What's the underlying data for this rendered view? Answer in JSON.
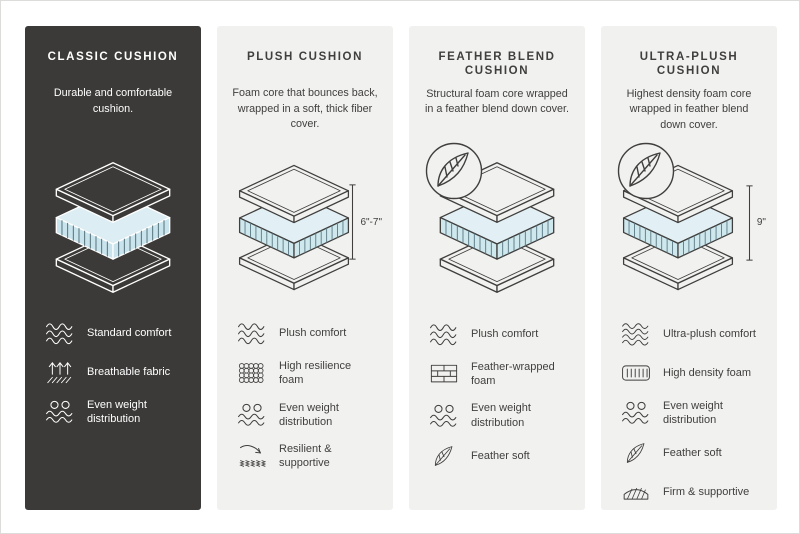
{
  "page": {
    "background": "#ffffff",
    "colors": {
      "dark_card_bg": "#3b3a38",
      "light_card_bg": "#f1f1ef",
      "foam_blue": "#cfe8ee",
      "dark_text": "#403f3d",
      "light_text": "#ffffff"
    }
  },
  "cards": [
    {
      "title": "CLASSIC CUSHION",
      "description": "Durable and comfortable cushion.",
      "features": [
        {
          "icon": "comfort-waves-icon",
          "label": "Standard comfort"
        },
        {
          "icon": "breathable-fabric-icon",
          "label": "Breathable fabric"
        },
        {
          "icon": "even-weight-icon",
          "label": "Even weight distribution"
        }
      ]
    },
    {
      "title": "PLUSH CUSHION",
      "description": "Foam core that bounces back, wrapped in a soft, thick fiber cover.",
      "height_label": "6\"-7\"",
      "features": [
        {
          "icon": "comfort-waves-icon",
          "label": "Plush comfort"
        },
        {
          "icon": "resilience-foam-icon",
          "label": "High resilience foam"
        },
        {
          "icon": "even-weight-icon",
          "label": "Even weight distribution"
        },
        {
          "icon": "resilient-spring-icon",
          "label": "Resilient & supportive"
        }
      ]
    },
    {
      "title": "FEATHER BLEND CUSHION",
      "description": "Structural foam core wrapped in a feather blend down cover.",
      "features": [
        {
          "icon": "comfort-waves-icon",
          "label": "Plush comfort"
        },
        {
          "icon": "feather-wrapped-foam-icon",
          "label": "Feather-wrapped foam"
        },
        {
          "icon": "even-weight-icon",
          "label": "Even weight distribution"
        },
        {
          "icon": "feather-icon",
          "label": "Feather soft"
        }
      ]
    },
    {
      "title": "ULTRA-PLUSH CUSHION",
      "description": "Highest density foam core wrapped in feather blend down cover.",
      "height_label": "9\"",
      "features": [
        {
          "icon": "dense-waves-icon",
          "label": "Ultra-plush comfort"
        },
        {
          "icon": "high-density-foam-icon",
          "label": "High density foam"
        },
        {
          "icon": "even-weight-icon",
          "label": "Even weight distribution"
        },
        {
          "icon": "feather-icon",
          "label": "Feather soft"
        },
        {
          "icon": "firm-supportive-icon",
          "label": "Firm & supportive"
        }
      ]
    }
  ]
}
